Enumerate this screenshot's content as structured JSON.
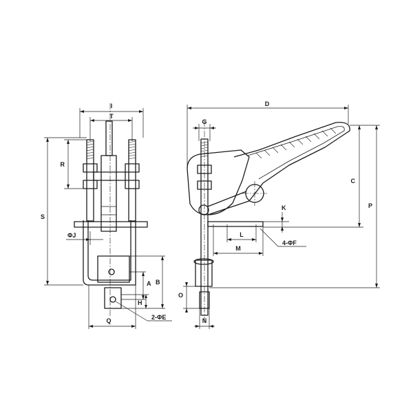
{
  "labels": {
    "front": {
      "I": "I",
      "T": "T",
      "R": "R",
      "S": "S",
      "J": "ΦJ",
      "A": "A",
      "B": "B",
      "H": "H",
      "Q": "Q",
      "E": "2-ΦE"
    },
    "side": {
      "D": "D",
      "G": "G",
      "C": "C",
      "P": "P",
      "K": "K",
      "L": "L",
      "M": "M",
      "F": "4-ΦF",
      "O": "O",
      "N": "N"
    }
  }
}
